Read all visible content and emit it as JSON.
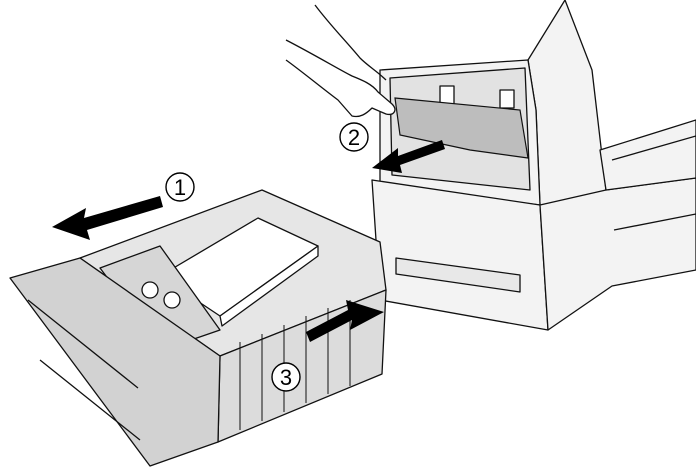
{
  "diagram": {
    "steps": [
      {
        "number": "1",
        "action": "pull-out-paper-tray"
      },
      {
        "number": "2",
        "action": "remove-jammed-paper"
      },
      {
        "number": "3",
        "action": "reinsert-paper-tray"
      }
    ],
    "colors": {
      "line": "#111111",
      "printer_body": "#f3f3f3",
      "tray_body": "#e6e6e6",
      "tray_shadow": "#cfcfcf",
      "paper": "#ffffff",
      "arrow": "#000000",
      "jam_paper": "#bdbdbd"
    },
    "icons": [
      "hand-icon",
      "circled-number-icon",
      "arrow-icon"
    ]
  }
}
